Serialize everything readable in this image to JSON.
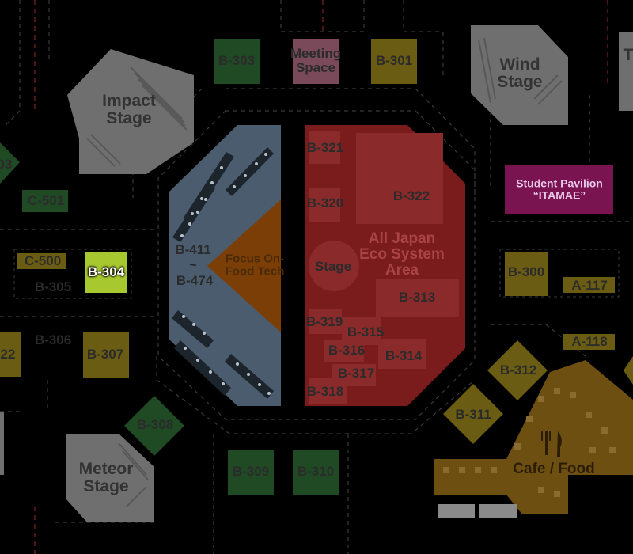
{
  "map": {
    "booths": {
      "b303": "B-303",
      "b301": "B-301",
      "b321": "B-321",
      "b320": "B-320",
      "b322": "B-322",
      "b411": "B-411",
      "tilde": "~",
      "b474": "B-474",
      "b313": "B-313",
      "b319": "B-319",
      "b315": "B-315",
      "b316": "B-316",
      "b314": "B-314",
      "b317": "B-317",
      "b318": "B-318",
      "c501": "C-501",
      "c500": "C-500",
      "b304": "B-304",
      "b305": "B-305",
      "b306": "B-306",
      "b307": "B-307",
      "b308": "B-308",
      "b309": "B-309",
      "b310": "B-310",
      "b300": "B-300",
      "a117": "A-117",
      "a118": "A-118",
      "b312": "B-312",
      "b311": "B-311",
      "edge03": "03",
      "edge22": "22"
    },
    "meeting_space": [
      "Meeting",
      "Space"
    ],
    "impact_stage": [
      "Impact",
      "Stage"
    ],
    "wind_stage": [
      "Wind",
      "Stage"
    ],
    "meteor_stage": [
      "Meteor",
      "Stage"
    ],
    "stage": "Stage",
    "all_japan": [
      "All Japan",
      "Eco System",
      "Area"
    ],
    "focus": [
      "Focus On-",
      "Food Tech"
    ],
    "student_pavilion": [
      "Student Pavilion",
      "“ITAMAE”"
    ],
    "cafe_food": "Cafe / Food",
    "edge_letter": "T"
  },
  "colors": {
    "background": "#000000",
    "path_line": "#3a3a3a",
    "aisle_red": "#6b1c20",
    "booth_green": "#1f4a24",
    "booth_yellow": "#6a5c12",
    "booth_pink": "#7a4a5a",
    "stage_gray": "#6f6f6f",
    "area_red": "#7a1c1c",
    "blue_zone": "#4a5c6e",
    "orange_zone": "#7a3e06",
    "highlight": "#a8c830",
    "pavilion": "#7a1450",
    "cafe": "#6e4f12"
  }
}
